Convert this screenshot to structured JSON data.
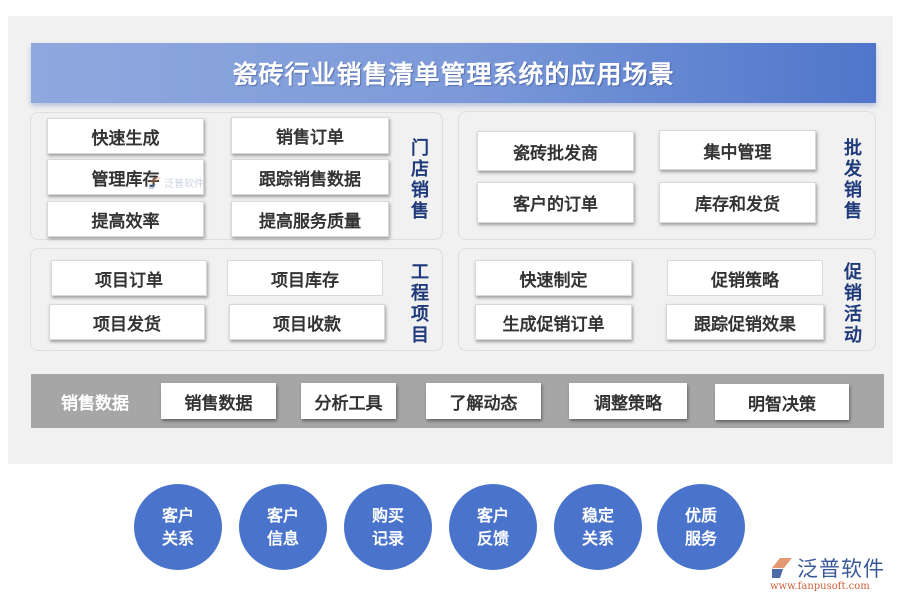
{
  "title": "瓷砖行业销售清单管理系统的应用场景",
  "sections": {
    "store_sales": {
      "label": "门店销售",
      "items": [
        "快速生成",
        "销售订单",
        "管理库存",
        "跟踪销售数据",
        "提高效率",
        "提高服务质量"
      ]
    },
    "wholesale_sales": {
      "label": "批发销售",
      "items": [
        "瓷砖批发商",
        "集中管理",
        "客户的订单",
        "库存和发货"
      ]
    },
    "engineering_projects": {
      "label": "工程项目",
      "items": [
        "项目订单",
        "项目库存",
        "项目发货",
        "项目收款"
      ]
    },
    "promotion": {
      "label": "促销活动",
      "items": [
        "快速制定",
        "促销策略",
        "生成促销订单",
        "跟踪促销效果"
      ]
    }
  },
  "sales_data": {
    "label": "销售数据",
    "items": [
      "销售数据",
      "分析工具",
      "了解动态",
      "调整策略",
      "明智决策"
    ]
  },
  "circles": [
    {
      "line1": "客户",
      "line2": "关系"
    },
    {
      "line1": "客户",
      "line2": "信息"
    },
    {
      "line1": "购买",
      "line2": "记录"
    },
    {
      "line1": "客户",
      "line2": "反馈"
    },
    {
      "line1": "稳定",
      "line2": "关系"
    },
    {
      "line1": "优质",
      "line2": "服务"
    }
  ],
  "watermark": "泛普软件",
  "logo": {
    "brand": "泛普软件",
    "url": "www.fanpusoft.com"
  },
  "colors": {
    "title_gradient_start": "#8fa9df",
    "title_gradient_end": "#4f76cb",
    "circle": "#4a74cb",
    "label_text": "#1f3a7a",
    "data_bar": "#a6a6a6",
    "panel": "#f1f1f1"
  }
}
